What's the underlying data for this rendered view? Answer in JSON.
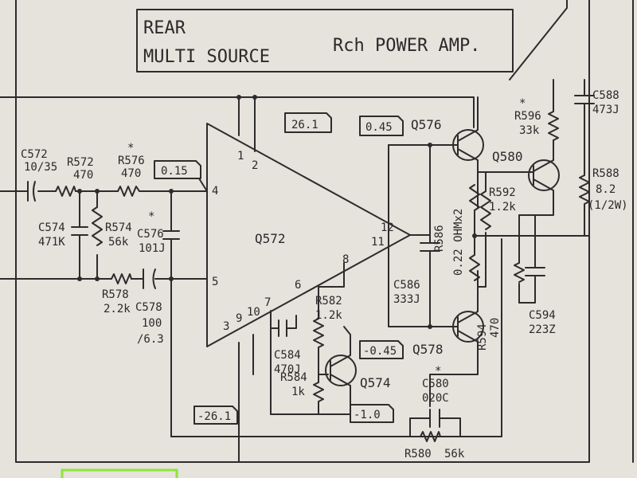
{
  "title_box": {
    "line1": "REAR",
    "line2": "MULTI SOURCE",
    "line3": "Rch POWER AMP."
  },
  "ic": {
    "name": "Q572",
    "pins": [
      "1",
      "2",
      "4",
      "5",
      "6",
      "7",
      "8",
      "3",
      "9",
      "10",
      "11",
      "12"
    ]
  },
  "voltage_tags": [
    "26.1",
    "0.45",
    "0.15",
    "-0.45",
    "-26.1",
    "-1.0"
  ],
  "components": {
    "c572": "C572",
    "c572_v": "10/35",
    "r572": "R572",
    "r572_v": "470",
    "r576": "R576",
    "r576_v": "470",
    "r576_mark": "*",
    "c574": "C574",
    "c574_v": "471K",
    "r574": "R574",
    "r574_v": "56k",
    "c576": "C576",
    "c576_v": "101J",
    "c576_mark": "*",
    "r578": "R578",
    "r578_v": "2.2k",
    "c578": "C578",
    "c578_v": "100",
    "c578_v2": "/6.3",
    "q576": "Q576",
    "q578": "Q578",
    "q580": "Q580",
    "q574": "Q574",
    "r596": "R596",
    "r596_v": "33k",
    "r596_mark": "*",
    "c588": "C588",
    "c588_v": "473J",
    "r588": "R588",
    "r588_v": "8.2",
    "r588_v2": "(1/2W)",
    "r592": "R592",
    "r592_v": "1.2k",
    "r586": "R586",
    "r586_v": "0.22 OHMx2",
    "c586": "C586",
    "c586_v": "333J",
    "r594": "R594",
    "r594_v": "470",
    "c594": "C594",
    "c594_v": "223Z",
    "r582": "R582",
    "r582_v": "1.2k",
    "c584": "C584",
    "c584_v": "470J",
    "r584": "R584",
    "r584_v": "1k",
    "c580": "C580",
    "c580_v": "020C",
    "c580_mark": "*",
    "r580": "R580",
    "r580_v": "56k"
  },
  "colors": {
    "paper": "#e6e2dc",
    "ink": "#2c2c2c",
    "highlight": "#8fe33a"
  }
}
